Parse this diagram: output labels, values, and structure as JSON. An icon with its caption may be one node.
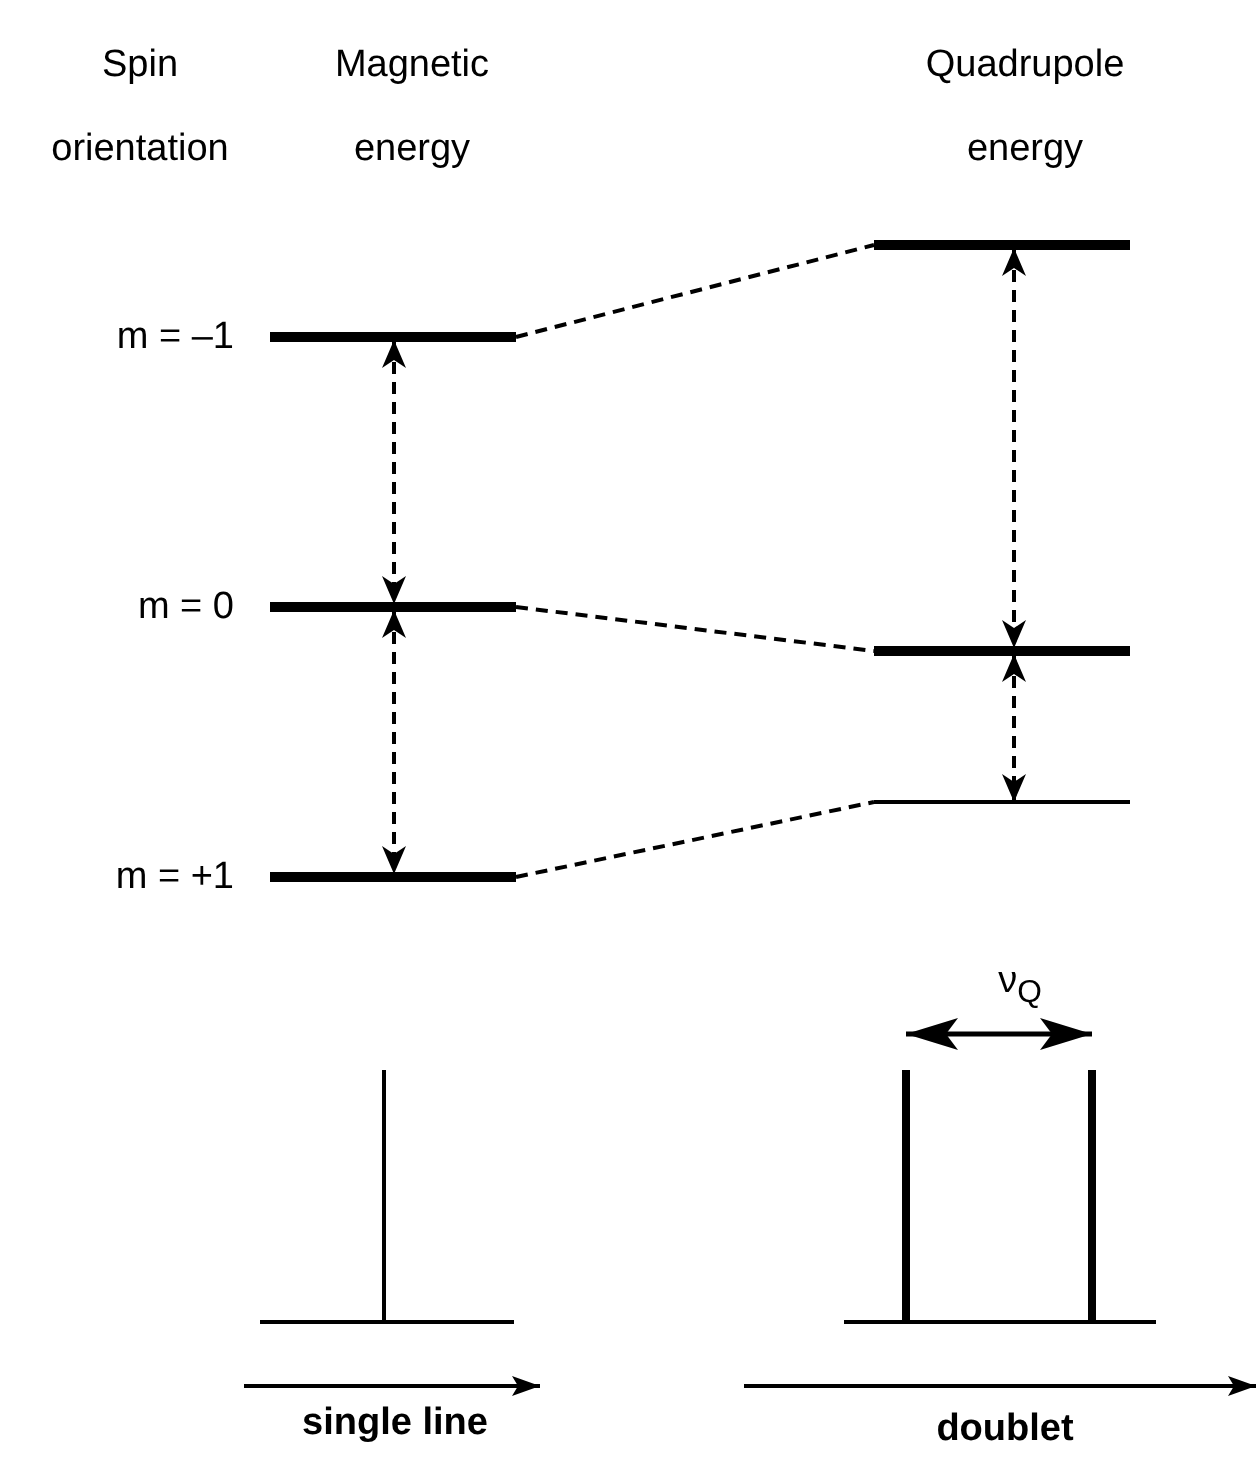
{
  "diagram": {
    "nodes": [
      {
        "text": [],
        "shape": "bar",
        "beside": [
          "m = –1"
        ]
      },
      {
        "text": [],
        "shape": "bar",
        "beside": [
          "m = 0"
        ]
      },
      {
        "text": [],
        "shape": "bar",
        "beside": [
          "m = +1"
        ]
      },
      {
        "text": [],
        "shape": "bar"
      },
      {
        "text": [],
        "shape": "bar"
      },
      {
        "text": [],
        "shape": "bar"
      }
    ],
    "edges": [
      {
        "from": 0,
        "to": 3,
        "arrow": "none",
        "style": "dashed"
      },
      {
        "from": 1,
        "to": 4,
        "arrow": "none",
        "style": "dashed"
      },
      {
        "from": 2,
        "to": 5,
        "arrow": "none",
        "style": "dashed"
      },
      {
        "from": 0,
        "to": 1,
        "arrow": "both",
        "style": "dashed"
      },
      {
        "from": 1,
        "to": 2,
        "arrow": "both",
        "style": "dashed"
      },
      {
        "from": 3,
        "to": 4,
        "arrow": "both",
        "style": "dashed"
      },
      {
        "from": 4,
        "to": 5,
        "arrow": "both",
        "style": "dashed"
      }
    ],
    "labels": [
      "Spin orientation",
      "Magnetic energy",
      "Quadrupole energy",
      "ν$_{Q}$",
      "single line",
      "doublet"
    ]
  }
}
